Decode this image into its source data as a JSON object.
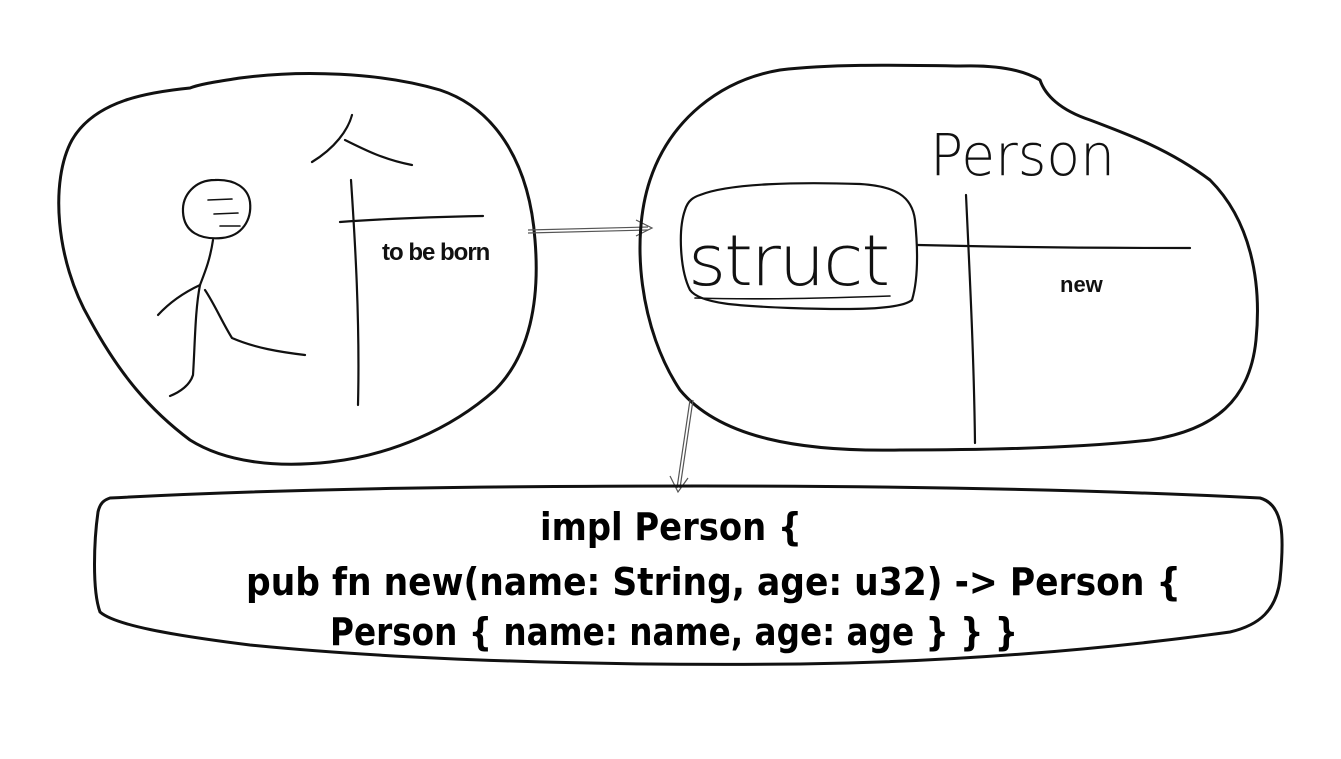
{
  "left_bubble": {
    "label": "to be born"
  },
  "right_bubble": {
    "struct_label": "struct",
    "title": "Person",
    "sub_label": "new"
  },
  "code_box": {
    "line1": "impl Person {",
    "line2": "pub fn new(name: String, age: u32) -> Person {",
    "line3": "Person { name: name, age: age } } }"
  }
}
